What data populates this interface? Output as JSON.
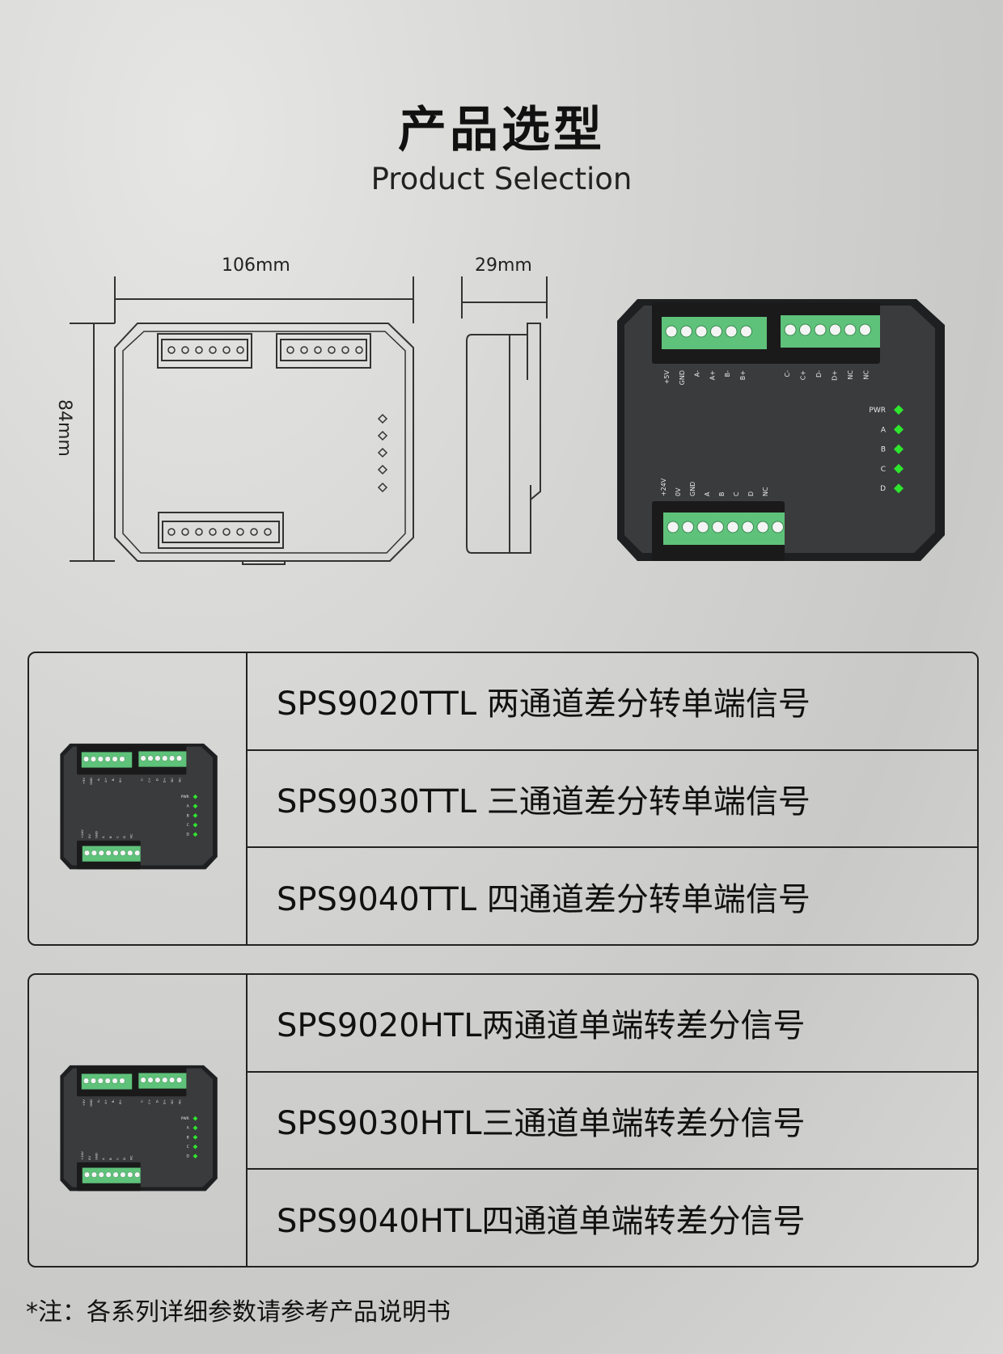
{
  "header": {
    "title": "产品选型",
    "subtitle": "Product Selection"
  },
  "dimensions": {
    "width": "106mm",
    "depth": "29mm",
    "height": "84mm"
  },
  "device": {
    "top_left_pins": [
      "+5V",
      "GND",
      "A-",
      "A+",
      "B-",
      "B+"
    ],
    "top_right_pins": [
      "C-",
      "C+",
      "D-",
      "D+",
      "NC",
      "NC"
    ],
    "bottom_pins": [
      "+24V",
      "0V",
      "GND",
      "A",
      "B",
      "C",
      "D",
      "NC"
    ],
    "leds": [
      "PWR",
      "A",
      "B",
      "C",
      "D"
    ],
    "led_color": "#2ee62e",
    "terminal_color": "#5fc27a",
    "body_color": "#3a3b3d"
  },
  "tables": [
    {
      "rows": [
        "SPS9020TTL 两通道差分转单端信号",
        "SPS9030TTL 三通道差分转单端信号",
        "SPS9040TTL 四通道差分转单端信号"
      ]
    },
    {
      "rows": [
        "SPS9020HTL两通道单端转差分信号",
        "SPS9030HTL三通道单端转差分信号",
        "SPS9040HTL四通道单端转差分信号"
      ]
    }
  ],
  "footnote": "*注：各系列详细参数请参考产品说明书"
}
